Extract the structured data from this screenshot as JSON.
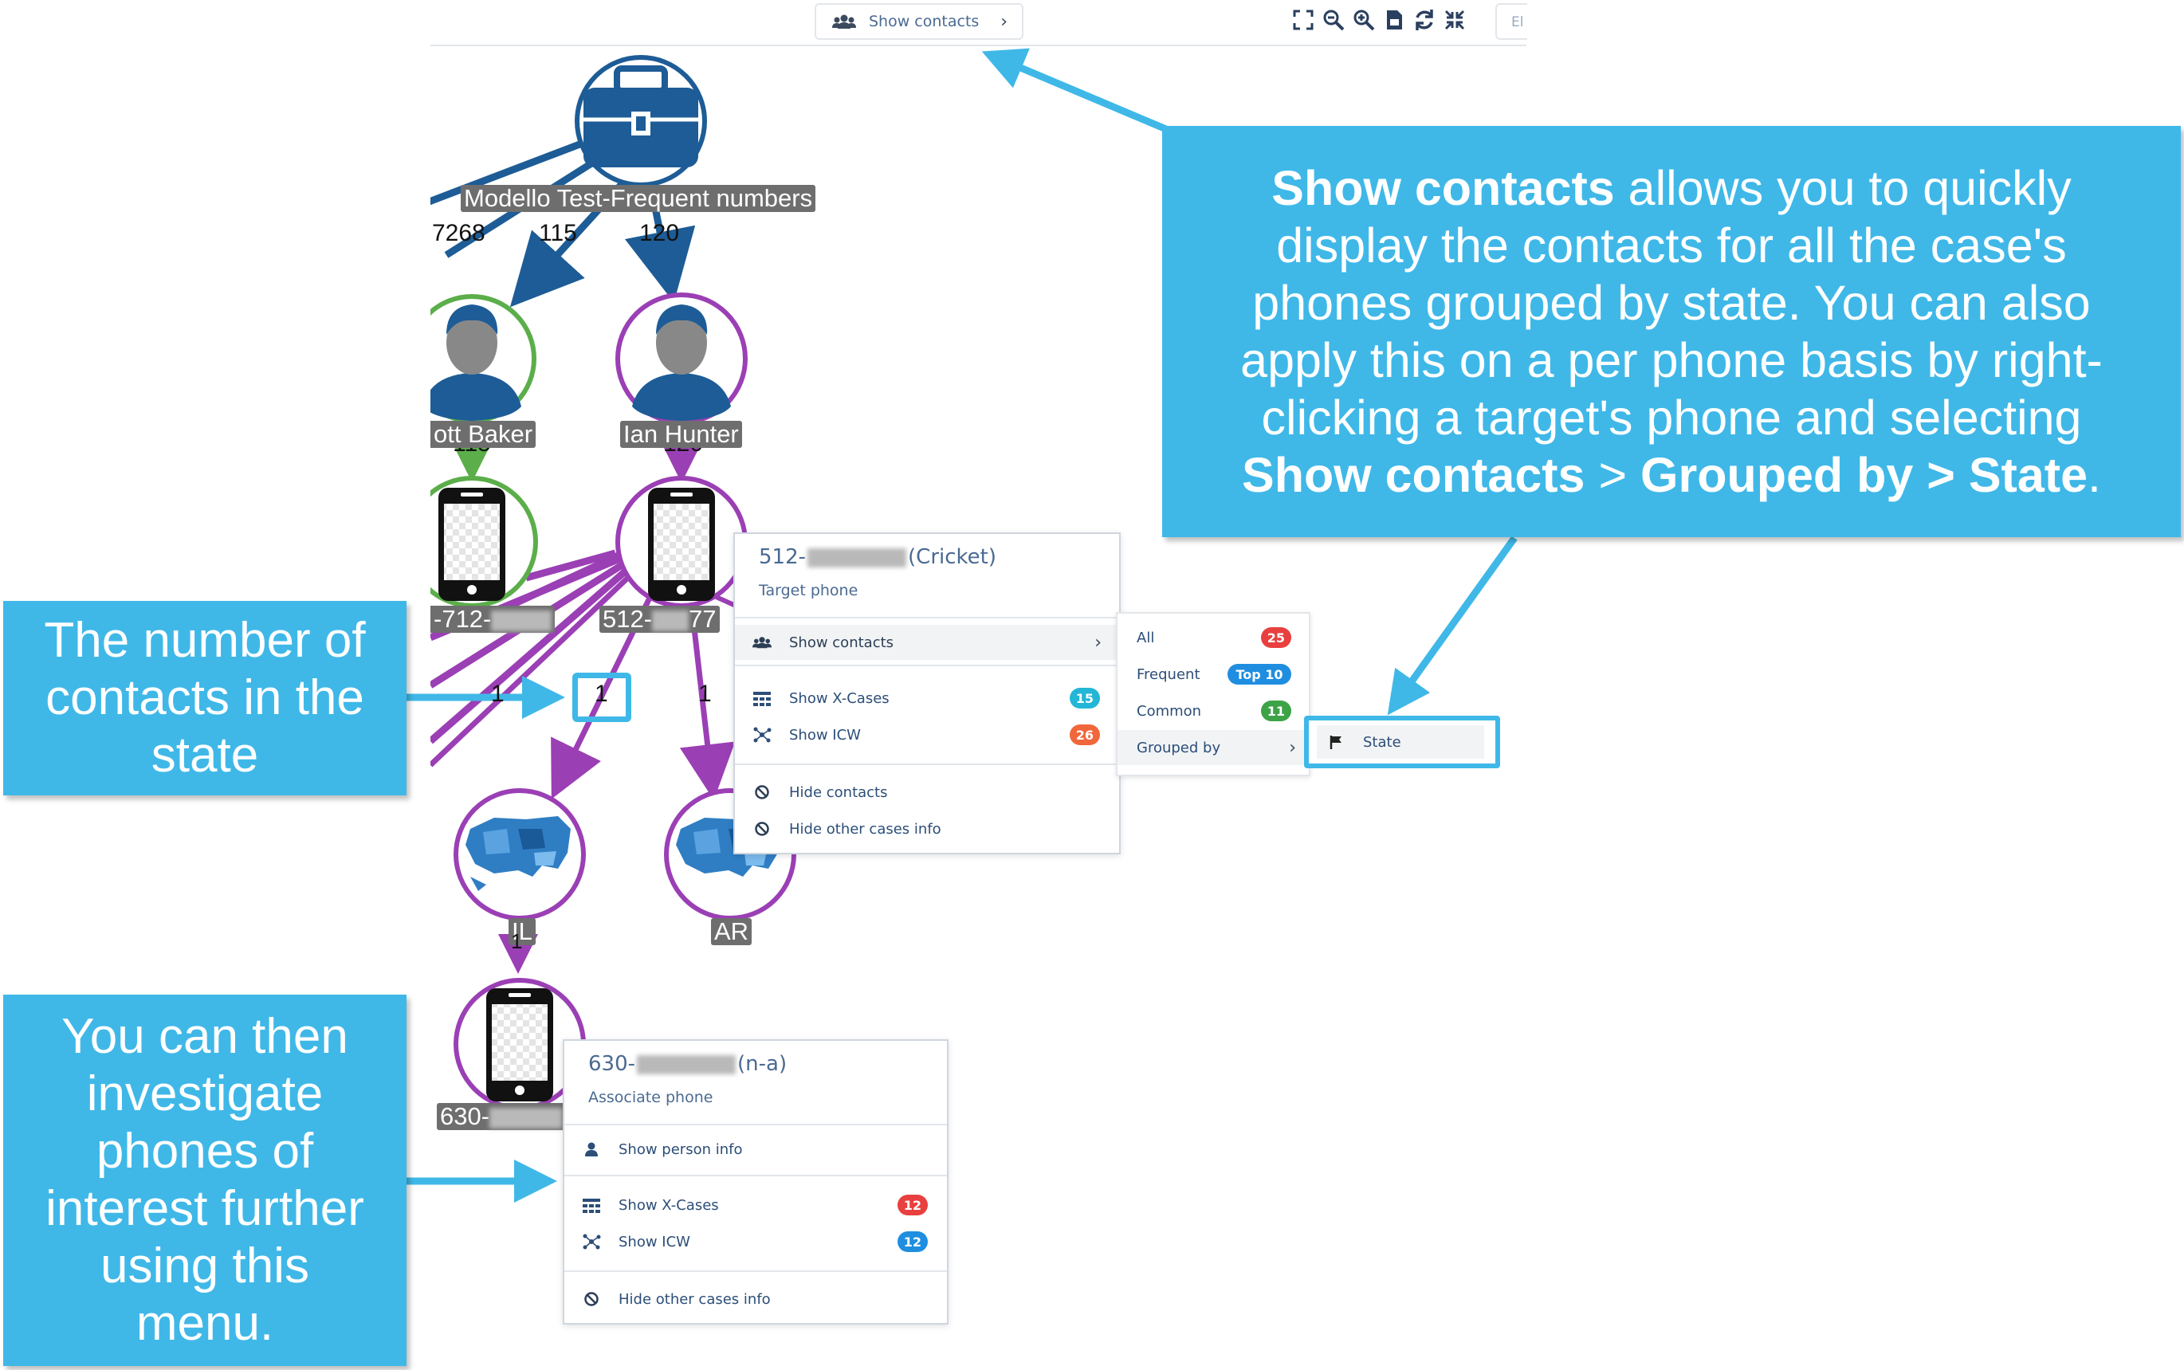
{
  "toolbar": {
    "show_contacts_label": "Show contacts",
    "search_placeholder": "El",
    "tools": [
      "fullscreen-icon",
      "zoom-out-icon",
      "zoom-in-icon",
      "export-icon",
      "refresh-icon",
      "collapse-icon"
    ]
  },
  "graph": {
    "case_label": "Modello Test-Frequent numbers",
    "edge_counts": [
      "7268",
      "115",
      "120"
    ],
    "person_left_label": "ott Baker",
    "person_right_label": "Ian Hunter",
    "person_left_count": "115",
    "person_right_count": "120",
    "phone_left_label": "-712-",
    "phone_right_label": "512-",
    "phone_right_suffix": "77",
    "state_edge_counts": [
      "1",
      "1",
      "1"
    ],
    "state_left_label": "IL",
    "state_left_count": "1",
    "state_right_label": "AR",
    "phone_bottom_label": "630-"
  },
  "target_menu": {
    "phone_prefix": "512-",
    "carrier": "(Cricket)",
    "subtitle": "Target phone",
    "items": {
      "show_contacts": "Show contacts",
      "show_xcases": "Show X-Cases",
      "show_xcases_count": "15",
      "show_icw": "Show ICW",
      "show_icw_count": "26",
      "hide_contacts": "Hide contacts",
      "hide_other": "Hide other cases info"
    }
  },
  "show_contacts_submenu": {
    "all": "All",
    "all_count": "25",
    "frequent": "Frequent",
    "frequent_badge": "Top 10",
    "common": "Common",
    "common_count": "11",
    "grouped_by": "Grouped by"
  },
  "grouped_by_submenu": {
    "state": "State"
  },
  "associate_menu": {
    "phone_prefix": "630-",
    "carrier": "(n-a)",
    "subtitle": "Associate phone",
    "items": {
      "show_person": "Show person info",
      "show_xcases": "Show X-Cases",
      "show_xcases_count": "12",
      "show_icw": "Show ICW",
      "show_icw_count": "12",
      "hide_other": "Hide other cases info"
    }
  },
  "callouts": {
    "top_bold1": "Show contacts",
    "top_text1": " allows you to quickly display the contacts for all the case's phones grouped by state. You can also apply this on a per phone basis by right-clicking a target's phone and selecting ",
    "top_bold2": "Show contacts",
    "top_text2": " > ",
    "top_bold3": "Grouped by > State",
    "top_text3": ".",
    "middle": "The number of contacts in the state",
    "bottom": "You can then investigate phones of interest further using this menu."
  },
  "colors": {
    "callout": "#3fb8e8",
    "case_node": "#1d5c96",
    "person_green": "#5bae4a",
    "person_purple": "#9b3fb5",
    "badge_red": "#e8403e",
    "badge_blue": "#1f8ee0",
    "badge_teal": "#23b6d6",
    "badge_orange": "#f0673c",
    "badge_green": "#3ca347"
  }
}
